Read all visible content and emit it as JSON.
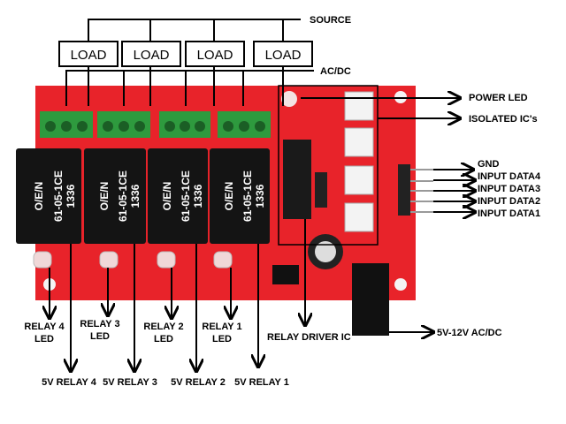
{
  "labels": {
    "source": "SOURCE",
    "acdc": "AC/DC",
    "power_led": "POWER LED",
    "isolated_ics": "ISOLATED IC's",
    "gnd": "GND",
    "input_data4": "INPUT DATA4",
    "input_data3": "INPUT DATA3",
    "input_data2": "INPUT DATA2",
    "input_data1": "INPUT DATA1",
    "power_input": "5V-12V AC/DC",
    "relay_driver_ic": "RELAY DRIVER IC"
  },
  "loads": [
    "LOAD",
    "LOAD",
    "LOAD",
    "LOAD"
  ],
  "relay_leds": [
    {
      "line1": "RELAY 4",
      "line2": "LED"
    },
    {
      "line1": "RELAY 3",
      "line2": "LED"
    },
    {
      "line1": "RELAY 2",
      "line2": "LED"
    },
    {
      "line1": "RELAY 1",
      "line2": "LED"
    }
  ],
  "relays": [
    "5V RELAY 4",
    "5V RELAY 3",
    "5V RELAY 2",
    "5V RELAY 1"
  ],
  "relay_marking": {
    "brand": "O/E/N",
    "model": "61-05-1CE",
    "code": "1336"
  },
  "colors": {
    "board": "#e8232a",
    "terminal": "#2e9a3e",
    "relay": "#141414"
  }
}
